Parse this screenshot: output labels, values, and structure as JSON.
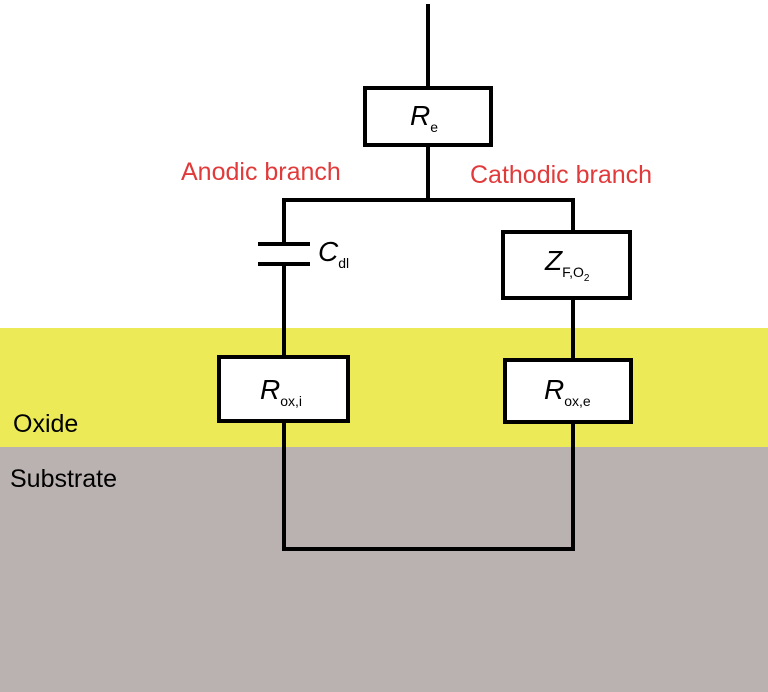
{
  "branches": {
    "anodic": "Anodic branch",
    "cathodic": "Cathodic branch"
  },
  "layers": {
    "oxide": "Oxide",
    "substrate": "Substrate"
  },
  "components": {
    "re": {
      "symbol": "R",
      "sub": "e"
    },
    "cdl": {
      "symbol": "C",
      "sub": "dl"
    },
    "zf": {
      "symbol": "Z",
      "sub": "F,O",
      "subsub": "2"
    },
    "roxi": {
      "symbol": "R",
      "sub": "ox,i"
    },
    "roxe": {
      "symbol": "R",
      "sub": "ox,e"
    }
  },
  "colors": {
    "oxide": "#ecea57",
    "substrate": "#bab2b0",
    "branch_label": "#e03a3a",
    "wire": "#000000"
  }
}
